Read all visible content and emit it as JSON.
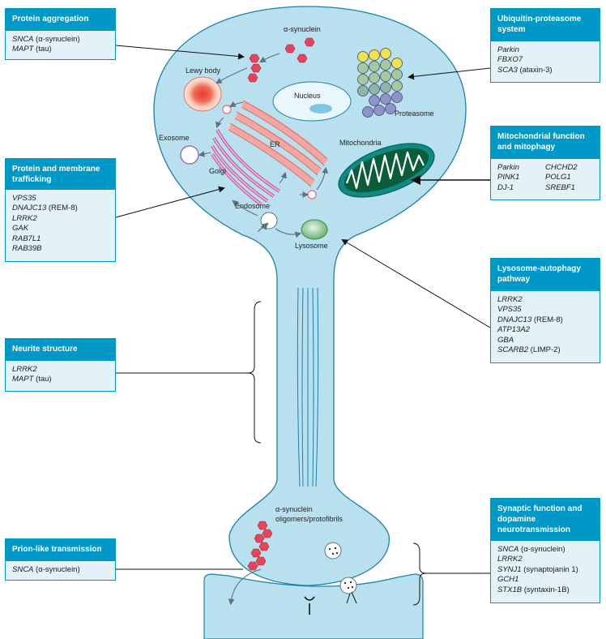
{
  "boxes": {
    "protein_aggregation": {
      "title": "Protein aggregation",
      "genes": [
        {
          "name": "SNCA",
          "note": " (α-synuclein)"
        },
        {
          "name": "MAPT",
          "note": " (tau)"
        }
      ]
    },
    "trafficking": {
      "title": "Protein and membrane trafficking",
      "genes": [
        {
          "name": "VPS35",
          "note": ""
        },
        {
          "name": "DNAJC13",
          "note": " (REM-8)"
        },
        {
          "name": "LRRK2",
          "note": ""
        },
        {
          "name": "GAK",
          "note": ""
        },
        {
          "name": "RAB7L1",
          "note": ""
        },
        {
          "name": "RAB39B",
          "note": ""
        }
      ]
    },
    "neurite": {
      "title": "Neurite structure",
      "genes": [
        {
          "name": "LRRK2",
          "note": ""
        },
        {
          "name": "MAPT",
          "note": " (tau)"
        }
      ]
    },
    "prion": {
      "title": "Prion-like transmission",
      "genes": [
        {
          "name": "SNCA",
          "note": " (α-synuclein)"
        }
      ]
    },
    "ups": {
      "title": "Ubiquitin-proteasome system",
      "genes": [
        {
          "name": "Parkin",
          "note": ""
        },
        {
          "name": "FBXO7",
          "note": ""
        },
        {
          "name": "SCA3",
          "note": " (ataxin-3)"
        }
      ]
    },
    "mito": {
      "title": "Mitochondrial function and mitophagy",
      "col1": [
        "Parkin",
        "PINK1",
        "DJ-1"
      ],
      "col2": [
        "CHCHD2",
        "POLG1",
        "SREBF1"
      ]
    },
    "lysosome": {
      "title": "Lysosome-autophagy pathway",
      "genes": [
        {
          "name": "LRRK2",
          "note": ""
        },
        {
          "name": "VPS35",
          "note": ""
        },
        {
          "name": "DNAJC13",
          "note": " (REM-8)"
        },
        {
          "name": "ATP13A2",
          "note": ""
        },
        {
          "name": "GBA",
          "note": ""
        },
        {
          "name": "SCARB2",
          "note": " (LIMP-2)"
        }
      ]
    },
    "synaptic": {
      "title": "Synaptic function and dopamine neurotransmission",
      "genes": [
        {
          "name": "SNCA",
          "note": " (α-synuclein)"
        },
        {
          "name": "LRRK2",
          "note": ""
        },
        {
          "name": "SYNJ1",
          "note": " (synaptojanin 1)"
        },
        {
          "name": "GCH1",
          "note": ""
        },
        {
          "name": "STX1B",
          "note": " (syntaxin-1B)"
        }
      ]
    }
  },
  "labels": {
    "alpha_synuclein": "α-synuclein",
    "lewy_body": "Lewy body",
    "nucleus": "Nucleus",
    "proteasome": "Proteasome",
    "er": "ER",
    "exosome": "Exosome",
    "golgi": "Golgi",
    "mitochondria": "Mitochondria",
    "endosome": "Endosome",
    "lysosome": "Lysosome",
    "oligomers": "α-synuclein oligomers/protofibrils"
  },
  "colors": {
    "header": "#0098c7",
    "box_fill": "#e3f2f9",
    "cell_fill": "#b9e0ef",
    "cell_outline": "#1f7fa8",
    "synuclein": "#e8455a",
    "mitochondria": "#0a5d3a",
    "er_golgi": "#e86a66"
  }
}
